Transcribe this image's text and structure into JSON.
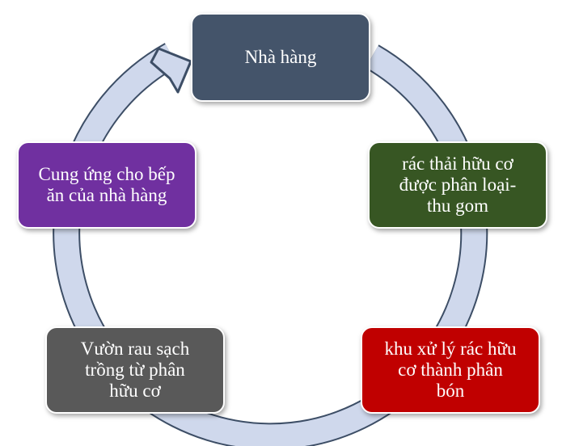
{
  "diagram": {
    "type": "cycle",
    "ring_fill": "#cfd8ec",
    "ring_stroke": "#3d4e66",
    "nodes": [
      {
        "id": "top",
        "label": "Nhà hàng",
        "color": "#44546a"
      },
      {
        "id": "right",
        "label": "rác thải hữu cơ\nđược phân loại-\nthu gom",
        "color": "#375623"
      },
      {
        "id": "br",
        "label": "khu xử lý rác hữu\ncơ thành phân\nbón",
        "color": "#c00000"
      },
      {
        "id": "bl",
        "label": "Vườn rau sạch\ntrồng  từ phân\nhữu cơ",
        "color": "#595959"
      },
      {
        "id": "left",
        "label": "Cung ứng cho bếp\năn của nhà hàng",
        "color": "#7030a0"
      }
    ]
  }
}
